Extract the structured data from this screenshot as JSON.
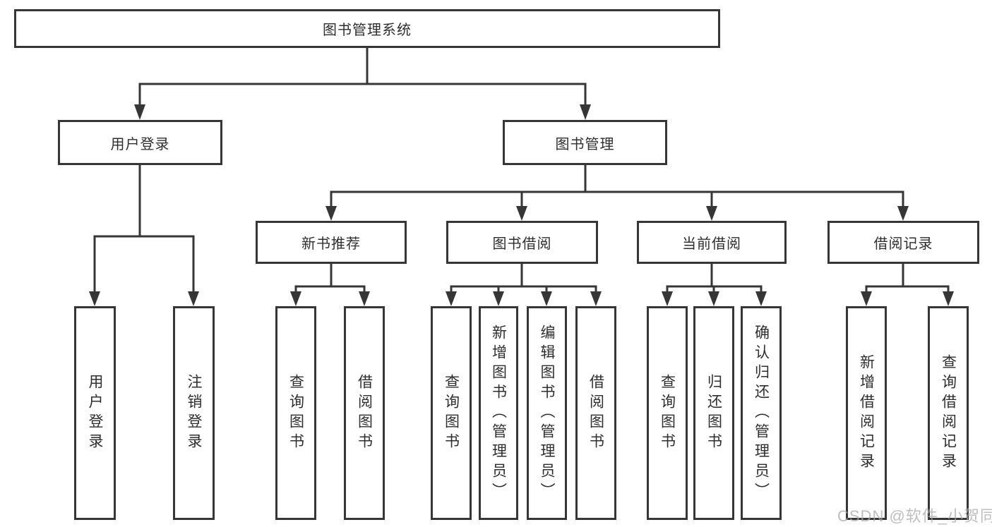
{
  "tree": {
    "label": "图书管理系统",
    "children": [
      {
        "label": "用户登录",
        "children": [
          {
            "label": "用户登录"
          },
          {
            "label": "注销登录"
          }
        ]
      },
      {
        "label": "图书管理",
        "children": [
          {
            "label": "新书推荐",
            "children": [
              {
                "label": "查询图书"
              },
              {
                "label": "借阅图书"
              }
            ]
          },
          {
            "label": "图书借阅",
            "children": [
              {
                "label": "查询图书"
              },
              {
                "label": "新增图书（管理员）"
              },
              {
                "label": "编辑图书（管理员）"
              },
              {
                "label": "借阅图书"
              }
            ]
          },
          {
            "label": "当前借阅",
            "children": [
              {
                "label": "查询图书"
              },
              {
                "label": "归还图书"
              },
              {
                "label": "确认归还（管理员）"
              }
            ]
          },
          {
            "label": "借阅记录",
            "children": [
              {
                "label": "新增借阅记录"
              },
              {
                "label": "查询借阅记录"
              }
            ]
          }
        ]
      }
    ]
  },
  "watermark": {
    "text": "CSDN @软件_小贺同学"
  },
  "colors": {
    "line": "#363636",
    "text": "#2e2e2e",
    "watermark": "#a9a9ad",
    "background": "#ffffff"
  }
}
